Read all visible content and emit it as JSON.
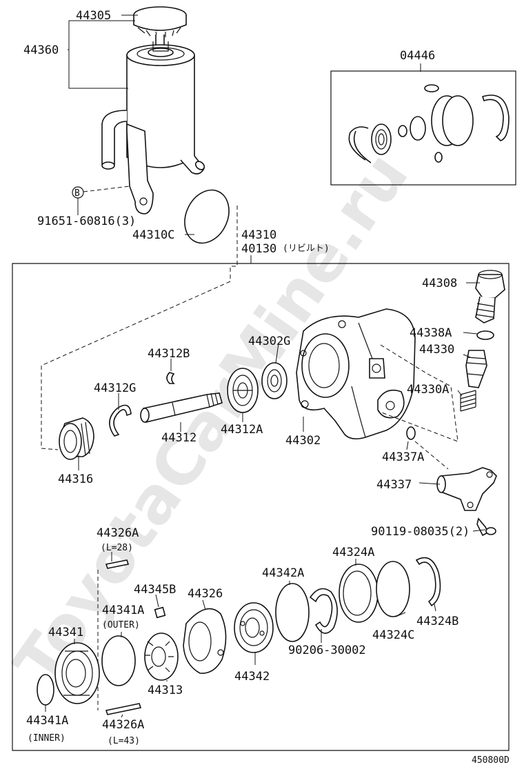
{
  "watermark": "ToyotaCarMine.ru",
  "footer_code": "450800D",
  "labels": {
    "p44305": "44305",
    "p44360": "44360",
    "p04446": "04446",
    "pB": "B",
    "p91651": "91651-60816(3)",
    "p44310C": "44310C",
    "p44310": "44310",
    "p40130": "40130",
    "p40130_note": "(リビルト)",
    "p44308": "44308",
    "p44338A": "44338A",
    "p44330": "44330",
    "p44330A": "44330A",
    "p44302G": "44302G",
    "p44312B": "44312B",
    "p44312G": "44312G",
    "p44312": "44312",
    "p44312A": "44312A",
    "p44302": "44302",
    "p44316": "44316",
    "p44337A": "44337A",
    "p44337": "44337",
    "p90119": "90119-08035(2)",
    "p44326A_top": "44326A",
    "p44326A_top_note": "(L=28)",
    "p44345B": "44345B",
    "p44326": "44326",
    "p44342A": "44342A",
    "p44324A": "44324A",
    "p44341A_outer": "44341A",
    "p44341A_outer_note": "(OUTER)",
    "p44341": "44341",
    "p44324C": "44324C",
    "p44324B": "44324B",
    "p90206": "90206-30002",
    "p44342": "44342",
    "p44313": "44313",
    "p44341A_inner": "44341A",
    "p44341A_inner_note": "(INNER)",
    "p44326A_bot": "44326A",
    "p44326A_bot_note": "(L=43)"
  }
}
